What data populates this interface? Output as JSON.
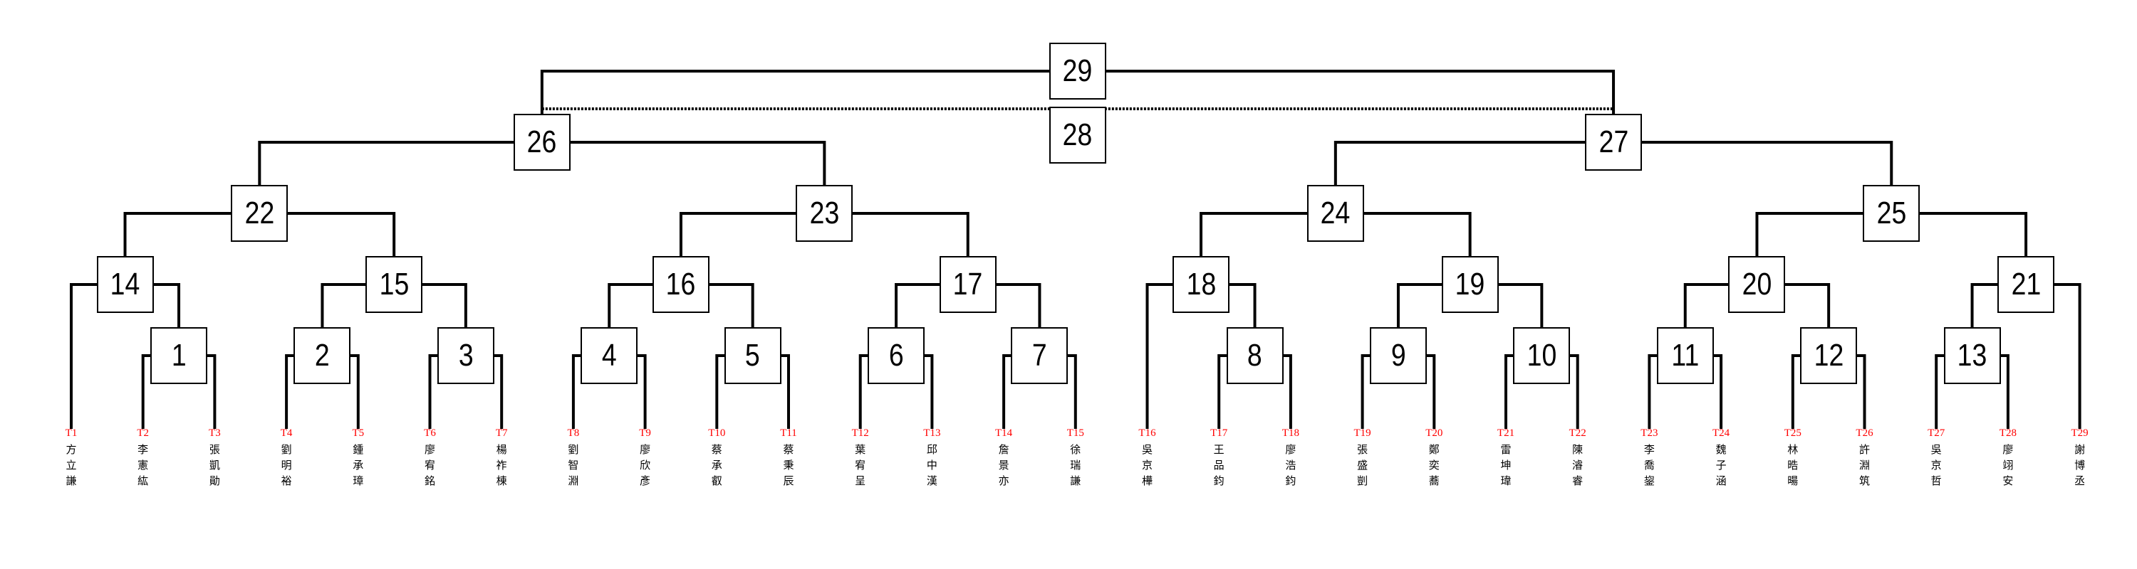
{
  "colors": {
    "line": "#000000",
    "team_id": "#ff0000",
    "name": "#000000"
  },
  "teams": [
    {
      "id": "T1",
      "name": "方立謙"
    },
    {
      "id": "T2",
      "name": "李憲紘"
    },
    {
      "id": "T3",
      "name": "張凱勛"
    },
    {
      "id": "T4",
      "name": "劉明裕"
    },
    {
      "id": "T5",
      "name": "鍾承璋"
    },
    {
      "id": "T6",
      "name": "廖宥銘"
    },
    {
      "id": "T7",
      "name": "楊祚棟"
    },
    {
      "id": "T8",
      "name": "劉智淵"
    },
    {
      "id": "T9",
      "name": "廖欣彥"
    },
    {
      "id": "T10",
      "name": "蔡承叡"
    },
    {
      "id": "T11",
      "name": "蔡秉辰"
    },
    {
      "id": "T12",
      "name": "葉宥呈"
    },
    {
      "id": "T13",
      "name": "邱中漢"
    },
    {
      "id": "T14",
      "name": "詹景亦"
    },
    {
      "id": "T15",
      "name": "徐瑞謙"
    },
    {
      "id": "T16",
      "name": "吳京樺"
    },
    {
      "id": "T17",
      "name": "王品鈞"
    },
    {
      "id": "T18",
      "name": "廖浩鈞"
    },
    {
      "id": "T19",
      "name": "張盛剴"
    },
    {
      "id": "T20",
      "name": "鄭奕蕎"
    },
    {
      "id": "T21",
      "name": "雷坤瑋"
    },
    {
      "id": "T22",
      "name": "陳濬睿"
    },
    {
      "id": "T23",
      "name": "李喬鋆"
    },
    {
      "id": "T24",
      "name": "魏子涵"
    },
    {
      "id": "T25",
      "name": "林晧暘"
    },
    {
      "id": "T26",
      "name": "許淵筑"
    },
    {
      "id": "T27",
      "name": "吳京哲"
    },
    {
      "id": "T28",
      "name": "廖翊安"
    },
    {
      "id": "T29",
      "name": "謝博丞"
    }
  ],
  "matches": [
    {
      "id": "1",
      "left": "T2",
      "right": "T3"
    },
    {
      "id": "2",
      "left": "T4",
      "right": "T5"
    },
    {
      "id": "3",
      "left": "T6",
      "right": "T7"
    },
    {
      "id": "4",
      "left": "T8",
      "right": "T9"
    },
    {
      "id": "5",
      "left": "T10",
      "right": "T11"
    },
    {
      "id": "6",
      "left": "T12",
      "right": "T13"
    },
    {
      "id": "7",
      "left": "T14",
      "right": "T15"
    },
    {
      "id": "8",
      "left": "T17",
      "right": "T18"
    },
    {
      "id": "9",
      "left": "T19",
      "right": "T20"
    },
    {
      "id": "10",
      "left": "T21",
      "right": "T22"
    },
    {
      "id": "11",
      "left": "T23",
      "right": "T24"
    },
    {
      "id": "12",
      "left": "T25",
      "right": "T26"
    },
    {
      "id": "13",
      "left": "T27",
      "right": "T28"
    },
    {
      "id": "14",
      "left": "T1",
      "right": "1"
    },
    {
      "id": "15",
      "left": "2",
      "right": "3"
    },
    {
      "id": "16",
      "left": "4",
      "right": "5"
    },
    {
      "id": "17",
      "left": "6",
      "right": "7"
    },
    {
      "id": "18",
      "left": "T16",
      "right": "8"
    },
    {
      "id": "19",
      "left": "9",
      "right": "10"
    },
    {
      "id": "20",
      "left": "11",
      "right": "12"
    },
    {
      "id": "21",
      "left": "13",
      "right": "T29"
    },
    {
      "id": "22",
      "left": "14",
      "right": "15"
    },
    {
      "id": "23",
      "left": "16",
      "right": "17"
    },
    {
      "id": "24",
      "left": "18",
      "right": "19"
    },
    {
      "id": "25",
      "left": "20",
      "right": "21"
    },
    {
      "id": "26",
      "left": "22",
      "right": "23"
    },
    {
      "id": "27",
      "left": "24",
      "right": "25"
    },
    {
      "id": "29",
      "left": "26",
      "right": "27",
      "style": "solid"
    },
    {
      "id": "28",
      "left": "26",
      "right": "27",
      "style": "dotted"
    }
  ]
}
